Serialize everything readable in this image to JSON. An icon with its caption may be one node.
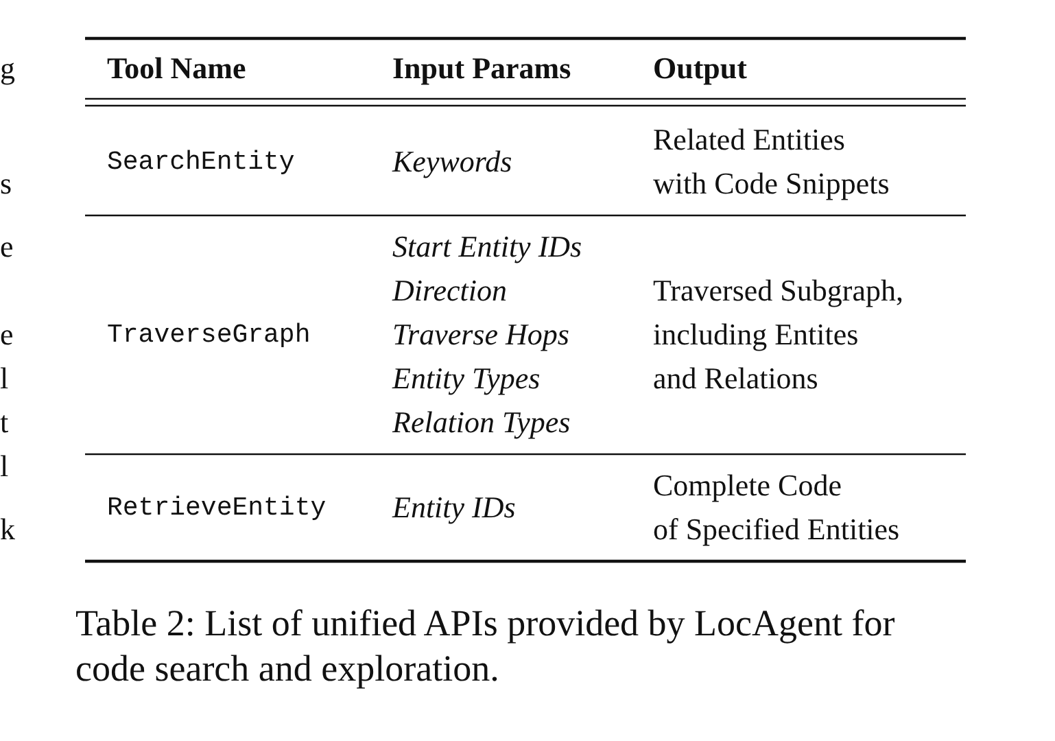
{
  "diagram": {
    "caption": "Table 2: List of unified APIs provided by LocAgent for code search and exploration.",
    "labels": [
      "Tool Name",
      "Input Params",
      "Output",
      "SearchEntity",
      "Keywords",
      "Related Entities with Code Snippets",
      "TraverseGraph",
      "Start Entity IDs",
      "Direction",
      "Traverse Hops",
      "Entity Types",
      "Relation Types",
      "Traversed Subgraph, including Entites and Relations",
      "RetrieveEntity",
      "Entity IDs",
      "Complete Code of Specified Entities",
      "g",
      "s",
      "e",
      "e",
      "l",
      "t",
      "l",
      "k"
    ]
  }
}
